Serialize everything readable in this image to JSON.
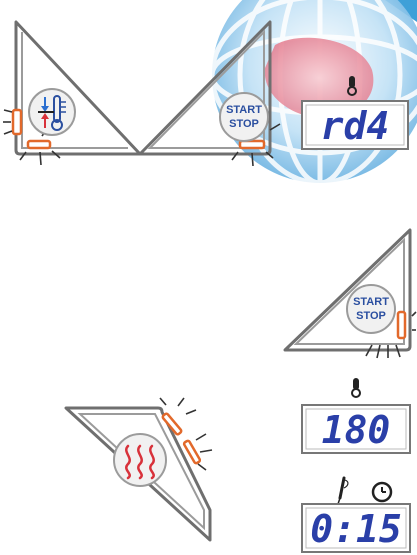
{
  "panel_a": {
    "control": "temperature-toggle-icon"
  },
  "panel_b": {
    "button_line1": "START",
    "button_line2": "STOP",
    "display_value": "rd4",
    "display_icon": "probe-icon"
  },
  "panel_c": {
    "button_line1": "START",
    "button_line2": "STOP"
  },
  "panel_d": {
    "control": "heat-icon"
  },
  "panel_e": {
    "display_value": "180",
    "display_icon": "probe-icon"
  },
  "panel_f": {
    "display_value": "0:15",
    "display_icons": [
      "pen-icon",
      "clock-icon"
    ]
  },
  "colors": {
    "accent_orange": "#e2692b",
    "lcd_digits": "#2a3fa8",
    "frame_gray": "#9b9b9b",
    "globe_blue": "#4aa8e0",
    "highlight_red": "#e87d8a"
  }
}
